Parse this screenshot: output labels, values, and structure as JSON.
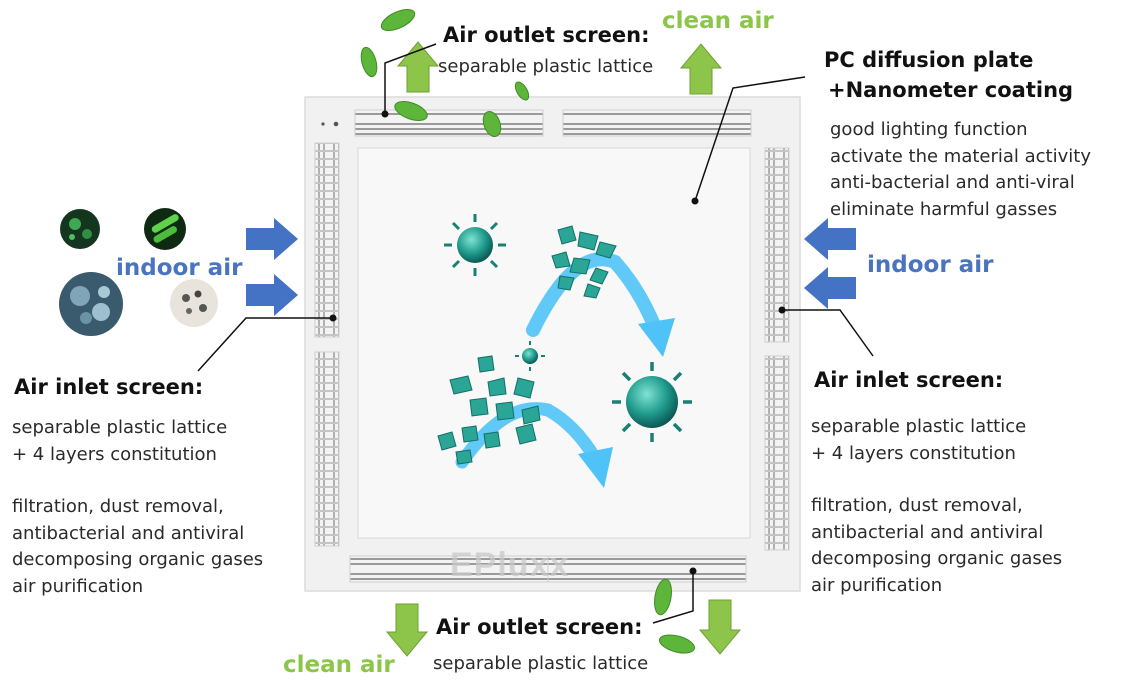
{
  "colors": {
    "green": "#8cc54a",
    "blue_text": "#4a74c0",
    "blue_arrow": "#4472c4",
    "flow_arrow": "#4fc3f7",
    "panel_frame": "#f1f1f1",
    "panel_center": "#f7f7f7"
  },
  "top": {
    "clean_air": "clean air",
    "outlet_title": "Air outlet screen:",
    "outlet_desc": "separable plastic lattice"
  },
  "pc_plate": {
    "title_line1": "PC diffusion plate",
    "title_line2": "+Nanometer coating",
    "features": [
      "good lighting function",
      "activate the material activity",
      "anti-bacterial and anti-viral",
      "eliminate harmful gasses"
    ]
  },
  "left": {
    "indoor_air": "indoor air",
    "inlet_title": "Air inlet screen:",
    "desc_lines": [
      "separable plastic lattice",
      "+ 4 layers constitution"
    ],
    "func_lines": [
      "filtration, dust removal,",
      "antibacterial and antiviral",
      "decomposing organic gases",
      "air purification"
    ]
  },
  "right": {
    "indoor_air": "indoor air",
    "inlet_title": "Air inlet screen:",
    "desc_lines": [
      "separable plastic lattice",
      "+ 4 layers constitution"
    ],
    "func_lines": [
      "filtration, dust removal,",
      "antibacterial and antiviral",
      "decomposing organic gases",
      "air purification"
    ]
  },
  "bottom": {
    "clean_air": "clean air",
    "outlet_title": "Air outlet screen:",
    "outlet_desc": "separable plastic lattice"
  },
  "brand": "EPluxx",
  "icons": [
    "microbe-icon",
    "leaf-icon",
    "virus-icon",
    "air-flow-arrow-icon",
    "indoor-air-arrow-icon",
    "clean-air-arrow-icon"
  ]
}
